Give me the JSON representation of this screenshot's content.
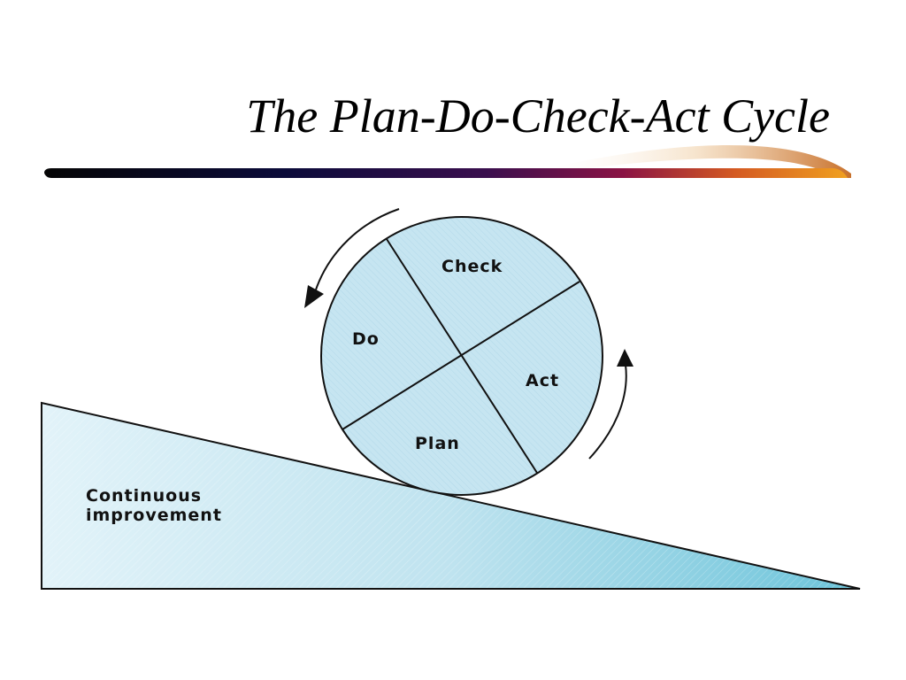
{
  "slide": {
    "title": "The Plan-Do-Check-Act Cycle"
  },
  "wheel": {
    "segments": {
      "check": "Check",
      "do": "Do",
      "act": "Act",
      "plan": "Plan"
    }
  },
  "ramp": {
    "label_line1": "Continuous",
    "label_line2": "improvement"
  },
  "colors": {
    "wheel_fill": "#c7e6f2",
    "ramp_light": "#dcf0f8",
    "ramp_dark": "#6fc6dc",
    "stroke": "#111111",
    "swoosh_dark": "#0a0a0a",
    "swoosh_mid": "#7a1246",
    "swoosh_orange": "#e07a1a"
  }
}
